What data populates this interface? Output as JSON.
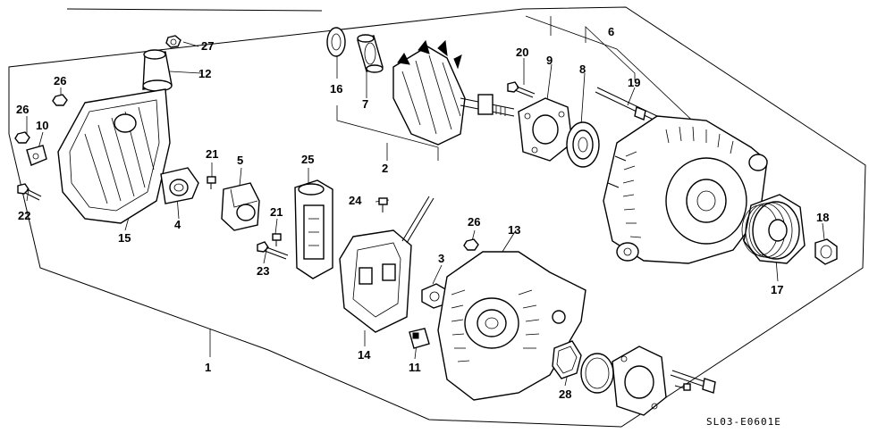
{
  "diagram": {
    "catalog_code": "SL03-E0601E",
    "part_numbers": [
      "1",
      "2",
      "3",
      "4",
      "5",
      "6",
      "7",
      "8",
      "9",
      "10",
      "11",
      "12",
      "13",
      "14",
      "15",
      "16",
      "17",
      "18",
      "19",
      "20",
      "21",
      "21",
      "22",
      "23",
      "24",
      "25",
      "26",
      "26",
      "26",
      "27",
      "28"
    ]
  }
}
